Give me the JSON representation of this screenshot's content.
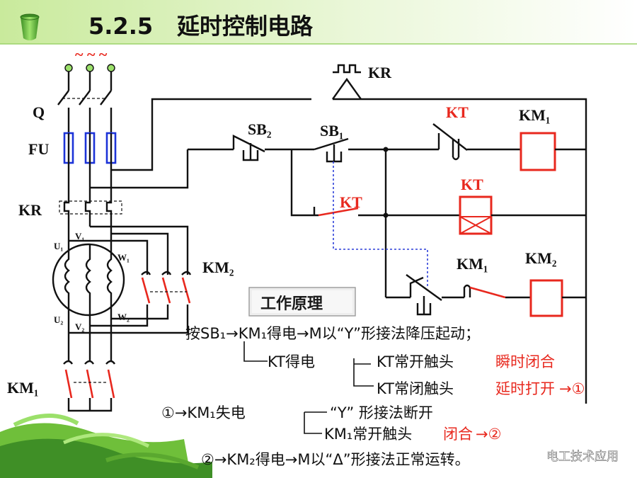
{
  "header": {
    "section_number": "5.2.5",
    "section_title": "延时控制电路"
  },
  "diagram_labels": {
    "supply": "~ ~ ~",
    "q": "Q",
    "fu": "FU",
    "kr_main": "KR",
    "u1": "U₁",
    "v1": "V₁",
    "w1": "W₁",
    "u2": "U₂",
    "v2": "V₂",
    "w2": "W₂",
    "km2_main": "KM₂",
    "km1_main": "KM₁",
    "kr_ctrl": "KR",
    "sb2": "SB₂",
    "sb1": "SB₁",
    "kt_contact_top": "KT",
    "km1_coil": "KM₁",
    "kt_coil": "KT",
    "kt_contact_mid": "KT",
    "km1_aux": "KM₁",
    "km2_coil": "KM₂"
  },
  "principle": {
    "badge": "工作原理",
    "line1": "按SB₁→KM₁得电→M以“Y”形接法降压起动；",
    "line2": "KT得电",
    "line2b": "KT常开触头",
    "line2b_red": "瞬时闭合",
    "line3": "KT常闭触头",
    "line3_red": "延时打开",
    "line3_tail": "→①",
    "line4": "①→KM₁失电",
    "line4b": "“Y” 形接法断开",
    "line5": "KM₁常开触头",
    "line5_red": "闭合",
    "line5_tail": "→②",
    "line6": "②→KM₂得电→M以“Δ”形接法正常运转。"
  },
  "watermark": "电工技术应用",
  "colors": {
    "accent_red": "#e8281e",
    "fuse_blue": "#1c33d8",
    "title_bar_green": "#b8e28a"
  }
}
